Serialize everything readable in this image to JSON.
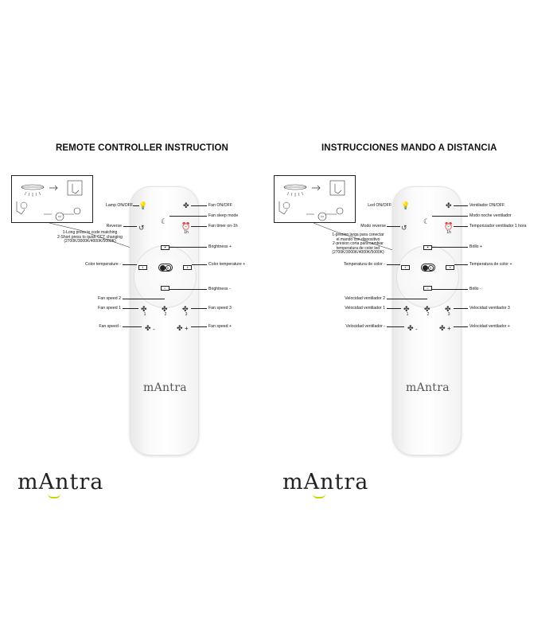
{
  "left": {
    "title": "REMOTE CONTROLLER INSTRUCTION",
    "labels": {
      "lamp": "Lamp ON/OFF",
      "fan_onoff": "Fan ON/OFF",
      "fan_sleep": "Fan sleep mode",
      "reverse": "Reverse",
      "fan_timer": "Fan timer on-1h",
      "brightness_plus": "Brightness +",
      "color_temp_minus": "Color temperature -",
      "color_temp_plus": "Color temperature +",
      "brightness_minus": "Brightness -",
      "fan_speed_2": "Fan speed 2",
      "fan_speed_1": "Fan speed 1",
      "fan_speed_3": "Fan speed 3",
      "fan_speed_minus": "Fan speed -",
      "fan_speed_plus": "Fan speed +"
    },
    "note_lines": [
      "1-Long press to code matching",
      "2-Short press to quick CCT changing",
      "(2700K/3000K/4000K/5000K)"
    ]
  },
  "right": {
    "title": "INSTRUCCIONES MANDO A DISTANCIA",
    "labels": {
      "lamp": "Led ON/OFF",
      "fan_onoff": "Ventilador ON/OFF",
      "fan_sleep": "Modo noche ventilador",
      "reverse": "Modo reverse",
      "fan_timer": "Temporizador ventilador 1 hora",
      "brightness_plus": "Brillo +",
      "color_temp_minus": "Temperatura de color -",
      "color_temp_plus": "Temperatura de color +",
      "brightness_minus": "Brillo -",
      "fan_speed_2": "Velocidad ventilador 2",
      "fan_speed_1": "Velocidad ventilador 1",
      "fan_speed_3": "Velocidad ventilador 3",
      "fan_speed_minus": "Velocidad ventilador -",
      "fan_speed_plus": "Velocidad ventilador +"
    },
    "note_lines": [
      "1-presion larga para conectar",
      "el mando con dispositivo",
      "2-presion corta para cambiar",
      "temperatura de color led",
      "(2700K/3000K/4000K/5000K)"
    ]
  },
  "remote": {
    "logo": "mAntra",
    "timer_key": "1h",
    "speed_numbers": [
      "1",
      "2",
      "3"
    ],
    "minus": "-",
    "plus": "+"
  },
  "brand": {
    "text": "mAntra",
    "accent": "#c5d600"
  }
}
